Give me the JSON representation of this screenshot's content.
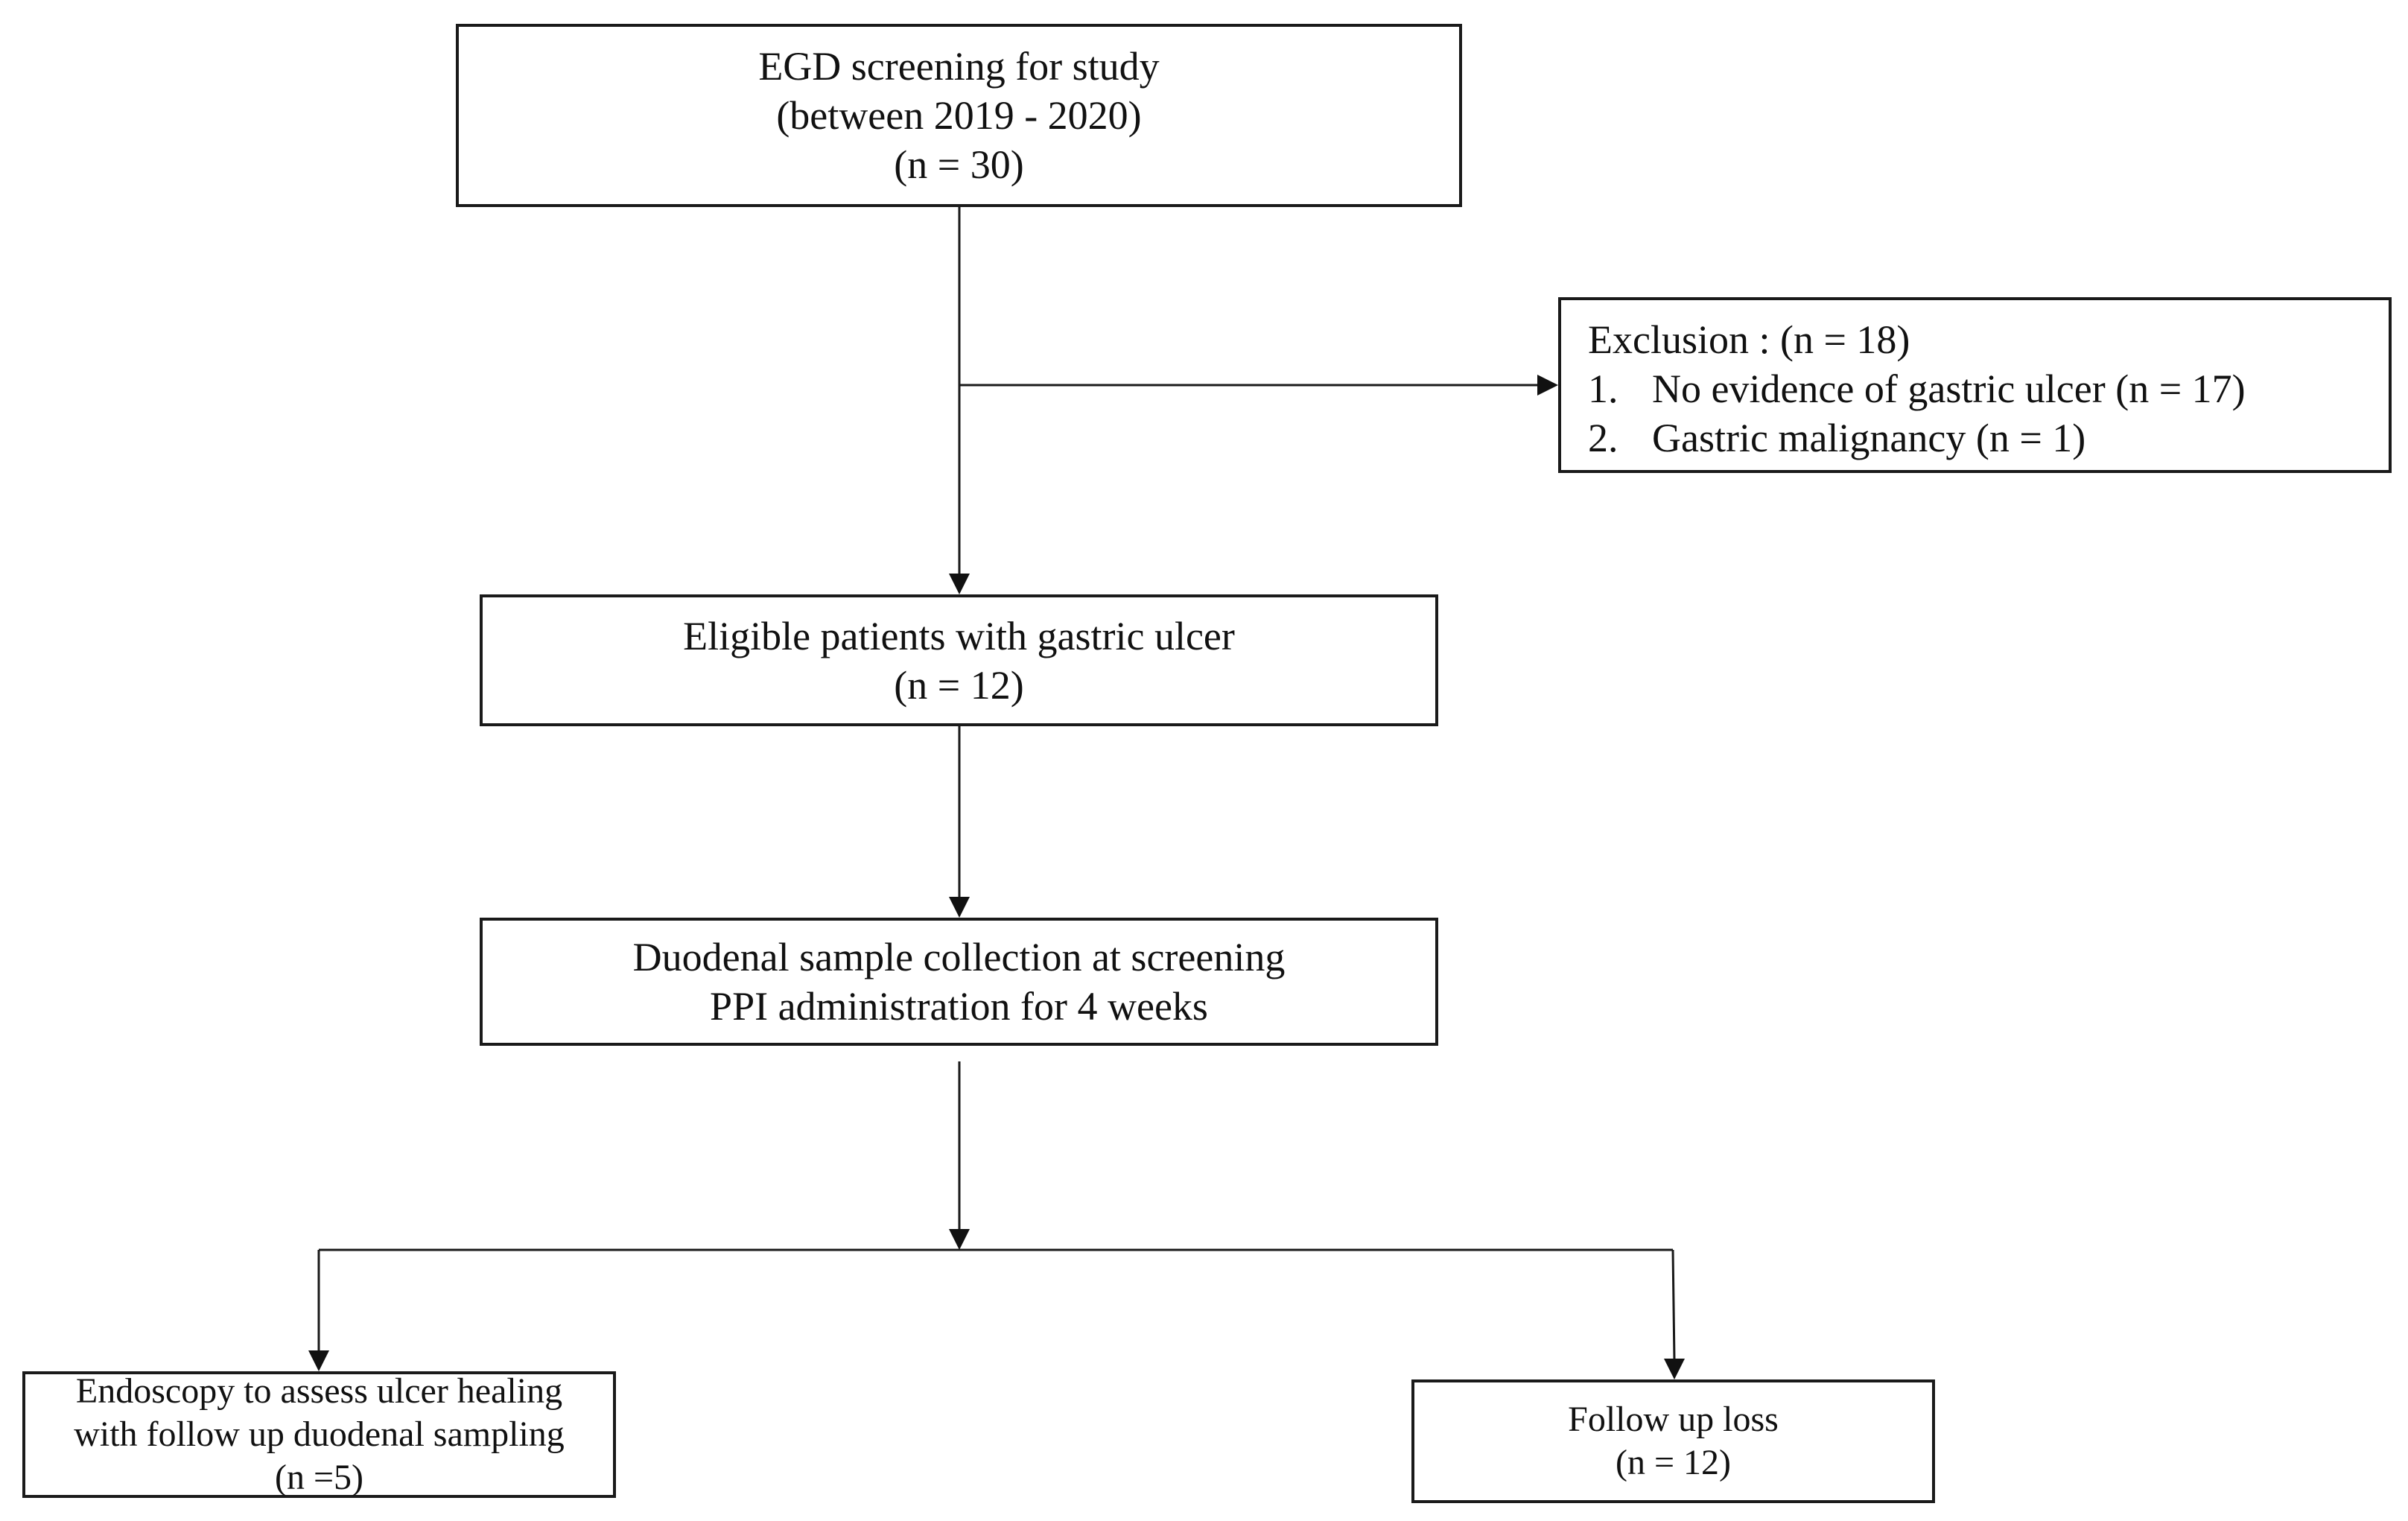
{
  "boxes": {
    "screening": {
      "line1": "EGD screening for study",
      "line2": "(between 2019 - 2020)",
      "line3": "(n = 30)"
    },
    "exclusion": {
      "title": "Exclusion : (n = 18)",
      "items": [
        {
          "num": "1.",
          "text": "No evidence of gastric ulcer (n = 17)"
        },
        {
          "num": "2.",
          "text": "Gastric malignancy (n = 1)"
        }
      ]
    },
    "eligible": {
      "line1": "Eligible patients with gastric ulcer",
      "line2": "(n = 12)"
    },
    "collection": {
      "line1": "Duodenal sample collection at screening",
      "line2": "PPI administration for 4 weeks"
    },
    "endoscopy": {
      "line1": "Endoscopy to assess ulcer healing",
      "line2": "with  follow up duodenal sampling",
      "line3": "(n =5)"
    },
    "follow_up_loss": {
      "line1": "Follow up loss",
      "line2": "(n = 12)"
    }
  }
}
